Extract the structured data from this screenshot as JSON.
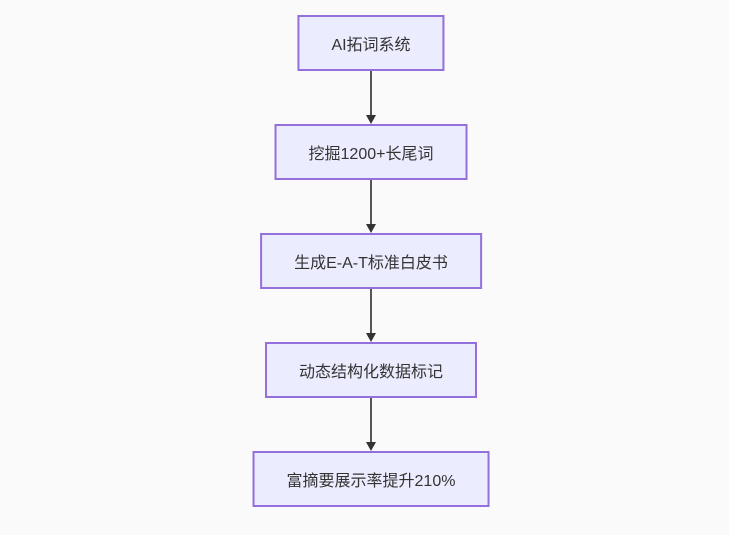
{
  "page": {
    "background_color": "#fafafa"
  },
  "flowchart": {
    "type": "flowchart",
    "direction": "top-down",
    "nodes": [
      {
        "id": "A",
        "label": "AI拓词系统"
      },
      {
        "id": "B",
        "label": "挖掘1200+长尾词"
      },
      {
        "id": "C",
        "label": "生成E-A-T标准白皮书"
      },
      {
        "id": "D",
        "label": "动态结构化数据标记"
      },
      {
        "id": "E",
        "label": "富摘要展示率提升210%"
      }
    ],
    "edges": [
      {
        "from": "AI拓词系统",
        "to": "挖掘1200+长尾词",
        "arrow": "down"
      },
      {
        "from": "挖掘1200+长尾词",
        "to": "生成E-A-T标准白皮书",
        "arrow": "down"
      },
      {
        "from": "生成E-A-T标准白皮书",
        "to": "动态结构化数据标记",
        "arrow": "down"
      },
      {
        "from": "动态结构化数据标记",
        "to": "富摘要展示率提升210%",
        "arrow": "down"
      }
    ],
    "colors": {
      "node_fill": "#ececff",
      "node_border": "#9370db",
      "node_text": "#333333",
      "edge_line": "#555555",
      "arrowhead": "#333333"
    }
  }
}
